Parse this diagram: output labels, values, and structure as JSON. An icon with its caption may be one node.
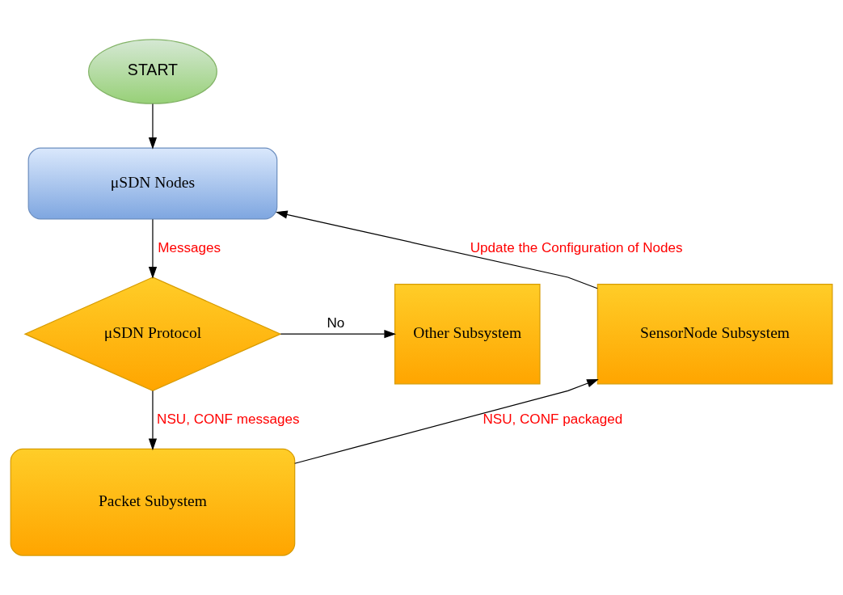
{
  "diagram": {
    "nodes": [
      {
        "text": [
          "START"
        ]
      },
      {
        "text": [
          "μSDN Nodes"
        ]
      },
      {
        "text": [
          "Other Subsystem"
        ]
      },
      {
        "text": [
          "μSDN Protocol"
        ]
      },
      {
        "text": [
          "SensorNode Subsystem"
        ]
      },
      {
        "text": [
          "Packet Subystem"
        ]
      }
    ],
    "edges": [
      {
        "from": 0,
        "to": 1,
        "arrow": "to"
      },
      {
        "from": 1,
        "to": 3,
        "arrow": "to",
        "label": "Messages"
      },
      {
        "from": 3,
        "to": 2,
        "arrow": "to",
        "label": "No"
      },
      {
        "from": 3,
        "to": 5,
        "arrow": "to",
        "label": "NSU, CONF messages"
      },
      {
        "from": 5,
        "to": 4,
        "arrow": "to",
        "label": "NSU, CONF packaged"
      },
      {
        "from": 4,
        "to": 1,
        "arrow": "to",
        "label": "Update the Configuration of Nodes"
      }
    ]
  }
}
